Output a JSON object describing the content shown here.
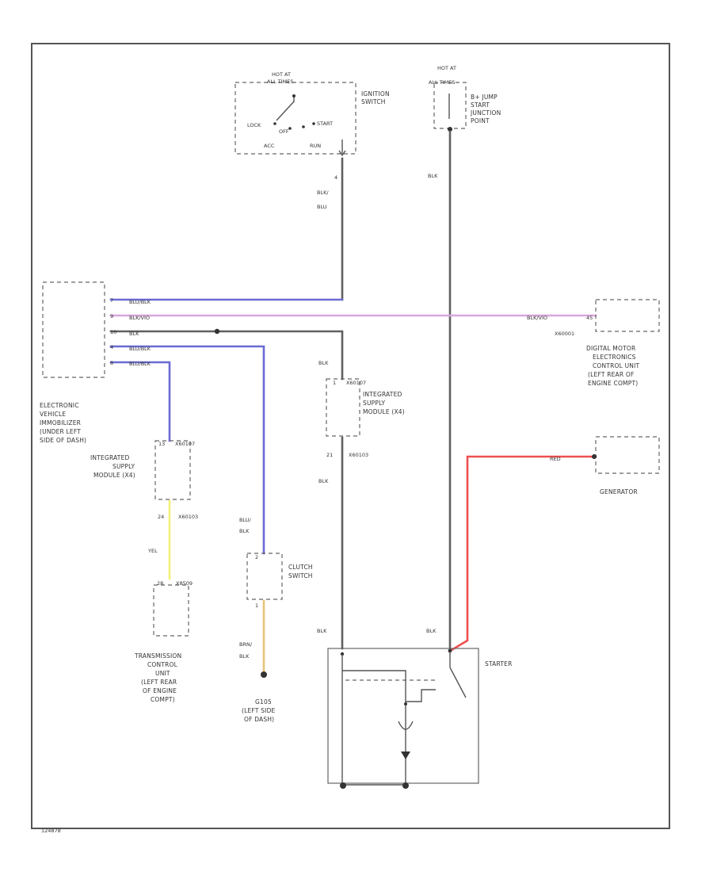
{
  "colors": {
    "black_wire": "#606060",
    "blue_wire": "#6b6bd6",
    "pink_wire": "#d9a6dd",
    "red_wire": "#ef4f4f",
    "yellow_wire": "#f5f07a",
    "orange_wire": "#e8c27a"
  },
  "ignition_switch": {
    "hot_at": "HOT AT",
    "hot_when": "ALL TIMES",
    "name_line1": "IGNITION",
    "name_line2": "SWITCH",
    "lock": "LOCK",
    "off": "OFF",
    "start": "START",
    "acc": "ACC",
    "run": "RUN",
    "pin": "4"
  },
  "jump_start": {
    "hot_at": "HOT AT",
    "hot_when": "ALL TIMES",
    "name_line1": "B+ JUMP",
    "name_line2": "START",
    "name_line3": "JUNCTION",
    "name_line4": "POINT"
  },
  "wires": {
    "ign_out": [
      "BLK/",
      "BLU"
    ],
    "jump_main": "BLK",
    "imm_pin1": "BLU/BLK",
    "imm_pin2": "BLK/VIO",
    "imm_pin3": "BLK",
    "imm_pin4": "BLU/BLK",
    "imm_pin5": "BLU/BLK",
    "dme_wire": "BLK/VIO",
    "right_isd_in": "BLK",
    "right_isd_out": "BLK",
    "left_isd_out": "YEL",
    "clutch_in": [
      "BLU/",
      "BLK"
    ],
    "clutch_out": [
      "BRN/",
      "BLK"
    ],
    "starter_left": "BLK",
    "starter_main": "BLK",
    "generator": "RED"
  },
  "immobilizer": {
    "name": [
      "ELECTRONIC",
      "VEHICLE",
      "IMMOBILIZER",
      "(UNDER LEFT",
      "SIDE OF DASH)"
    ],
    "pins": [
      "7",
      "9",
      "10",
      "4",
      "8"
    ]
  },
  "dme": {
    "name": [
      "DIGITAL MOTOR",
      "ELECTRONICS",
      "CONTROL UNIT",
      "(LEFT REAR OF",
      "ENGINE COMPT)"
    ],
    "pin": "45",
    "connector": "X60001"
  },
  "right_isd": {
    "name": [
      "INTEGRATED",
      "SUPPLY",
      "MODULE (X4)"
    ],
    "pin_in": "1",
    "conn_in": "X60107",
    "pin_out": "21",
    "conn_out": "X60103"
  },
  "left_isd": {
    "name": [
      "INTEGRATED",
      "SUPPLY",
      "MODULE (X4)"
    ],
    "pin_in": "13",
    "conn_in": "X60107",
    "pin_out": "24",
    "conn_out": "X60103"
  },
  "clutch": {
    "name": [
      "CLUTCH",
      "SWITCH"
    ],
    "pin_in": "2",
    "pin_out": "1"
  },
  "tcu": {
    "name": [
      "TRANSMISSION",
      "CONTROL",
      "UNIT",
      "(LEFT REAR",
      "OF ENGINE",
      "COMPT)"
    ],
    "pin": "28",
    "connector": "X8509"
  },
  "ground": {
    "name": [
      "G105",
      "(LEFT SIDE",
      "OF DASH)"
    ]
  },
  "starter": {
    "name": "STARTER"
  },
  "generator": {
    "name": "GENERATOR"
  },
  "footer": {
    "code": "124878"
  }
}
